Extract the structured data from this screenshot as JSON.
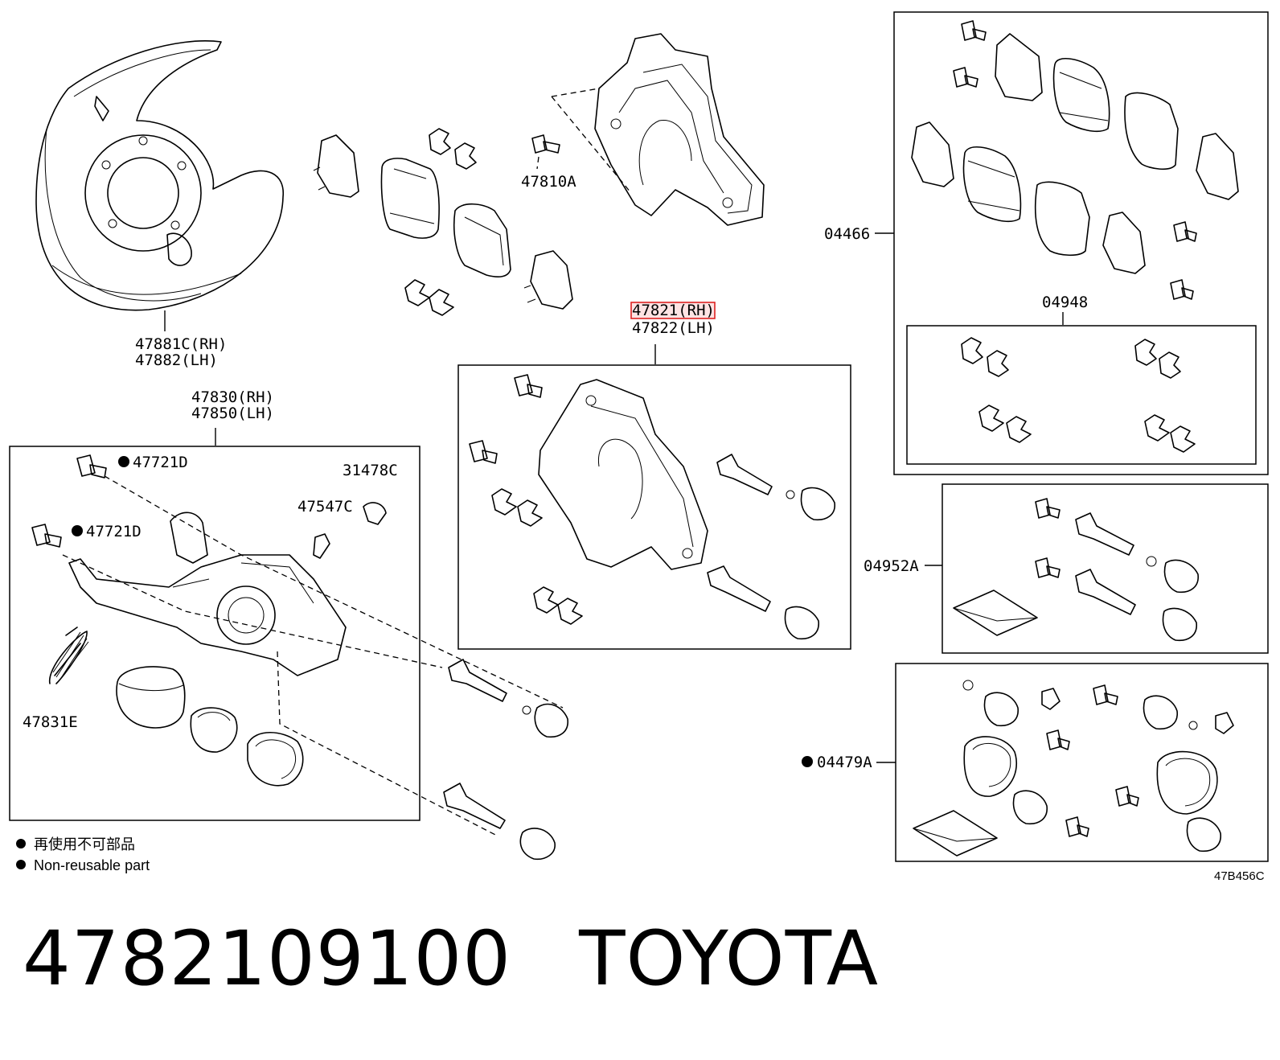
{
  "labels": {
    "shield_rh": "47881C(RH)",
    "shield_lh": "47882(LH)",
    "caliper_rh": "47830(RH)",
    "caliper_lh": "47850(LH)",
    "bolt_47810A": "47810A",
    "mounting_rh": "47821(RH)",
    "mounting_lh": "47822(LH)",
    "pad_kit": "04466",
    "fitting_kit": "04948",
    "bolt_47721D_1": "47721D",
    "bolt_47721D_2": "47721D",
    "cap_31478C": "31478C",
    "plug_47547C": "47547C",
    "spring_47831E": "47831E",
    "bushing_kit": "04952A",
    "cylinder_kit": "04479A"
  },
  "legend": {
    "line_ja": "再使用不可部品",
    "line_en": "Non-reusable part"
  },
  "figure_code": "47B456C",
  "part_number": "4782109100",
  "brand": "TOYOTA",
  "colors": {
    "highlight": "#d22222",
    "ink": "#000000"
  }
}
